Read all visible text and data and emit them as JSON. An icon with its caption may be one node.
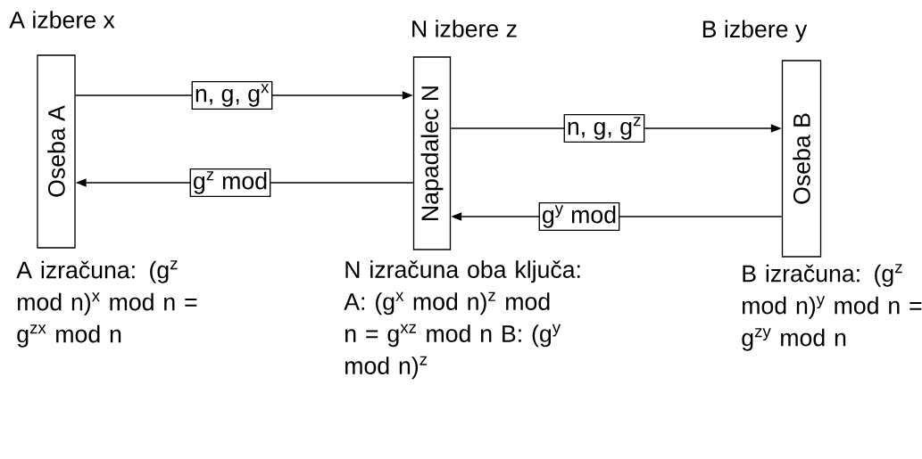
{
  "diagram": {
    "nodes": [
      {
        "text": [
          "Oseba A"
        ],
        "beside": [
          "A izbere x",
          "A izračuna: (g$^{z}$ mod n)$^{x}$ mod n = g$^{zx}$ mod n"
        ]
      },
      {
        "text": [
          "Napadalec N"
        ],
        "beside": [
          "N izbere z",
          "N izračuna oba ključa: A: (g$^{x}$ mod n)$^{z}$ mod n = g$^{xz}$ mod n B: (g$^{y}$ mod n)$^{z}$"
        ]
      },
      {
        "text": [
          "Oseba B"
        ],
        "beside": [
          "B izbere y",
          "B izračuna: (g$^{z}$ mod n)$^{y}$ mod n = g$^{zy}$ mod n"
        ]
      }
    ],
    "edges": [
      {
        "from": 0,
        "to": 1,
        "arrow": "to",
        "label": "n, g, g$^{x}$"
      },
      {
        "from": 1,
        "to": 0,
        "arrow": "to",
        "label": "g$^{z}$ mod"
      },
      {
        "from": 1,
        "to": 2,
        "arrow": "to",
        "label": "n, g, g$^{z}$"
      },
      {
        "from": 2,
        "to": 1,
        "arrow": "to",
        "label": "g$^{y}$ mod"
      }
    ]
  }
}
